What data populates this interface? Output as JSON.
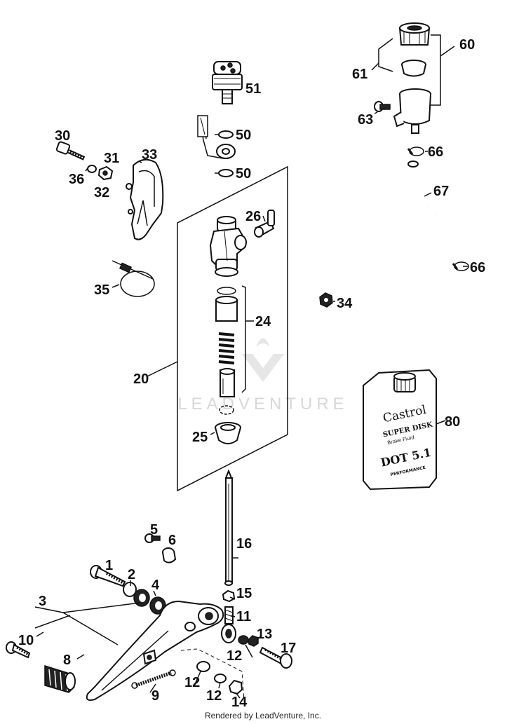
{
  "watermark": "LEADVENTURE",
  "credit": "Rendered by LeadVenture, Inc.",
  "bottle": {
    "brand": "Castrol",
    "line1": "SUPER DISK",
    "line2": "Brake Fluid",
    "line3": "DOT 5.1",
    "line4": "PERFORMANCE"
  },
  "callouts": {
    "p1": "1",
    "p2": "2",
    "p3": "3",
    "p4": "4",
    "p5": "5",
    "p6": "6",
    "p8": "8",
    "p9": "9",
    "p10": "10",
    "p11": "11",
    "p12a": "12",
    "p12b": "12",
    "p12c": "12",
    "p13": "13",
    "p14": "14",
    "p15": "15",
    "p16": "16",
    "p17": "17",
    "p20": "20",
    "p24": "24",
    "p25": "25",
    "p26": "26",
    "p30": "30",
    "p31": "31",
    "p32": "32",
    "p33": "33",
    "p34": "34",
    "p35": "35",
    "p36": "36",
    "p50a": "50",
    "p50b": "50",
    "p51": "51",
    "p60": "60",
    "p61": "61",
    "p63": "63",
    "p66a": "66",
    "p66b": "66",
    "p67": "67",
    "p80": "80"
  }
}
